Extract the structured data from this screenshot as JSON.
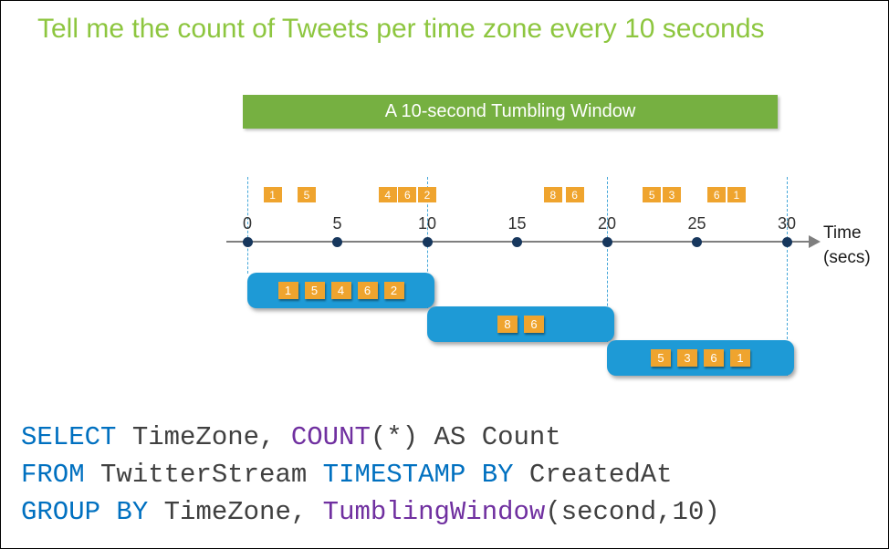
{
  "title": "Tell me the count of Tweets per time zone every 10 seconds",
  "banner": {
    "label": "A 10-second Tumbling Window"
  },
  "timeline": {
    "ticks": [
      "0",
      "5",
      "10",
      "15",
      "20",
      "25",
      "30"
    ],
    "axis_label": {
      "line1": "Time",
      "line2": "(secs)"
    },
    "boundaries": [
      0,
      10,
      20,
      30
    ],
    "events": [
      {
        "value": "1",
        "t": 1.4
      },
      {
        "value": "5",
        "t": 3.3
      },
      {
        "value": "4",
        "t": 7.8
      },
      {
        "value": "6",
        "t": 8.9
      },
      {
        "value": "2",
        "t": 10.0
      },
      {
        "value": "8",
        "t": 17.0
      },
      {
        "value": "6",
        "t": 18.2
      },
      {
        "value": "5",
        "t": 22.5
      },
      {
        "value": "3",
        "t": 23.6
      },
      {
        "value": "6",
        "t": 26.1
      },
      {
        "value": "1",
        "t": 27.2
      }
    ]
  },
  "windows": [
    {
      "start": 0,
      "end": 10,
      "values": [
        "1",
        "5",
        "4",
        "6",
        "2"
      ]
    },
    {
      "start": 10,
      "end": 20,
      "values": [
        "8",
        "6"
      ]
    },
    {
      "start": 20,
      "end": 30,
      "values": [
        "5",
        "3",
        "6",
        "1"
      ]
    }
  ],
  "sql_lines": [
    [
      {
        "text": "SELECT",
        "color": "keyword"
      },
      {
        "text": " TimeZone, ",
        "color": "plain"
      },
      {
        "text": "COUNT",
        "color": "function"
      },
      {
        "text": "(*) AS Count",
        "color": "plain"
      }
    ],
    [
      {
        "text": "FROM",
        "color": "keyword"
      },
      {
        "text": " TwitterStream ",
        "color": "plain"
      },
      {
        "text": "TIMESTAMP BY",
        "color": "keyword"
      },
      {
        "text": " CreatedAt",
        "color": "plain"
      }
    ],
    [
      {
        "text": "GROUP BY",
        "color": "keyword"
      },
      {
        "text": " TimeZone, ",
        "color": "plain"
      },
      {
        "text": "TumblingWindow",
        "color": "function"
      },
      {
        "text": "(second,10)",
        "color": "plain"
      }
    ]
  ],
  "colors": {
    "title_green": "#8DC63F",
    "banner_green": "#76B041",
    "window_blue": "#1E9AD6",
    "event_orange": "#EFA42E",
    "dot_navy": "#17375D",
    "axis_gray": "#7F7F7F",
    "dash_blue": "#45A7D9",
    "keyword": "#0070C0",
    "function": "#7030A0",
    "plain": "#404040"
  }
}
